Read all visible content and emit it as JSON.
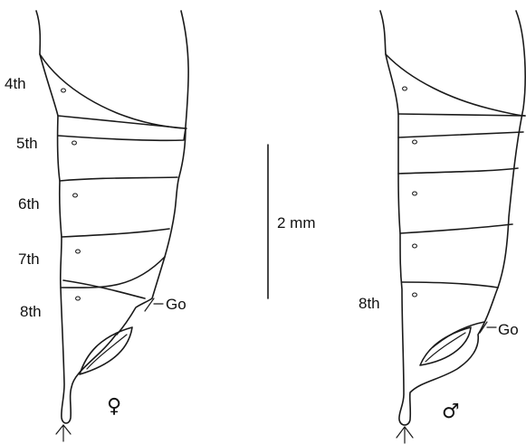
{
  "female": {
    "segments": [
      "4th",
      "5th",
      "6th",
      "7th",
      "8th"
    ],
    "gonopore_label": "Go",
    "sex_symbol": "♀"
  },
  "male": {
    "segments": [
      "8th"
    ],
    "gonopore_label": "Go",
    "sex_symbol": "♂"
  },
  "scale_bar": {
    "label": "2 mm"
  },
  "colors": {
    "ink": "#1a1a1a",
    "background": "#ffffff"
  }
}
